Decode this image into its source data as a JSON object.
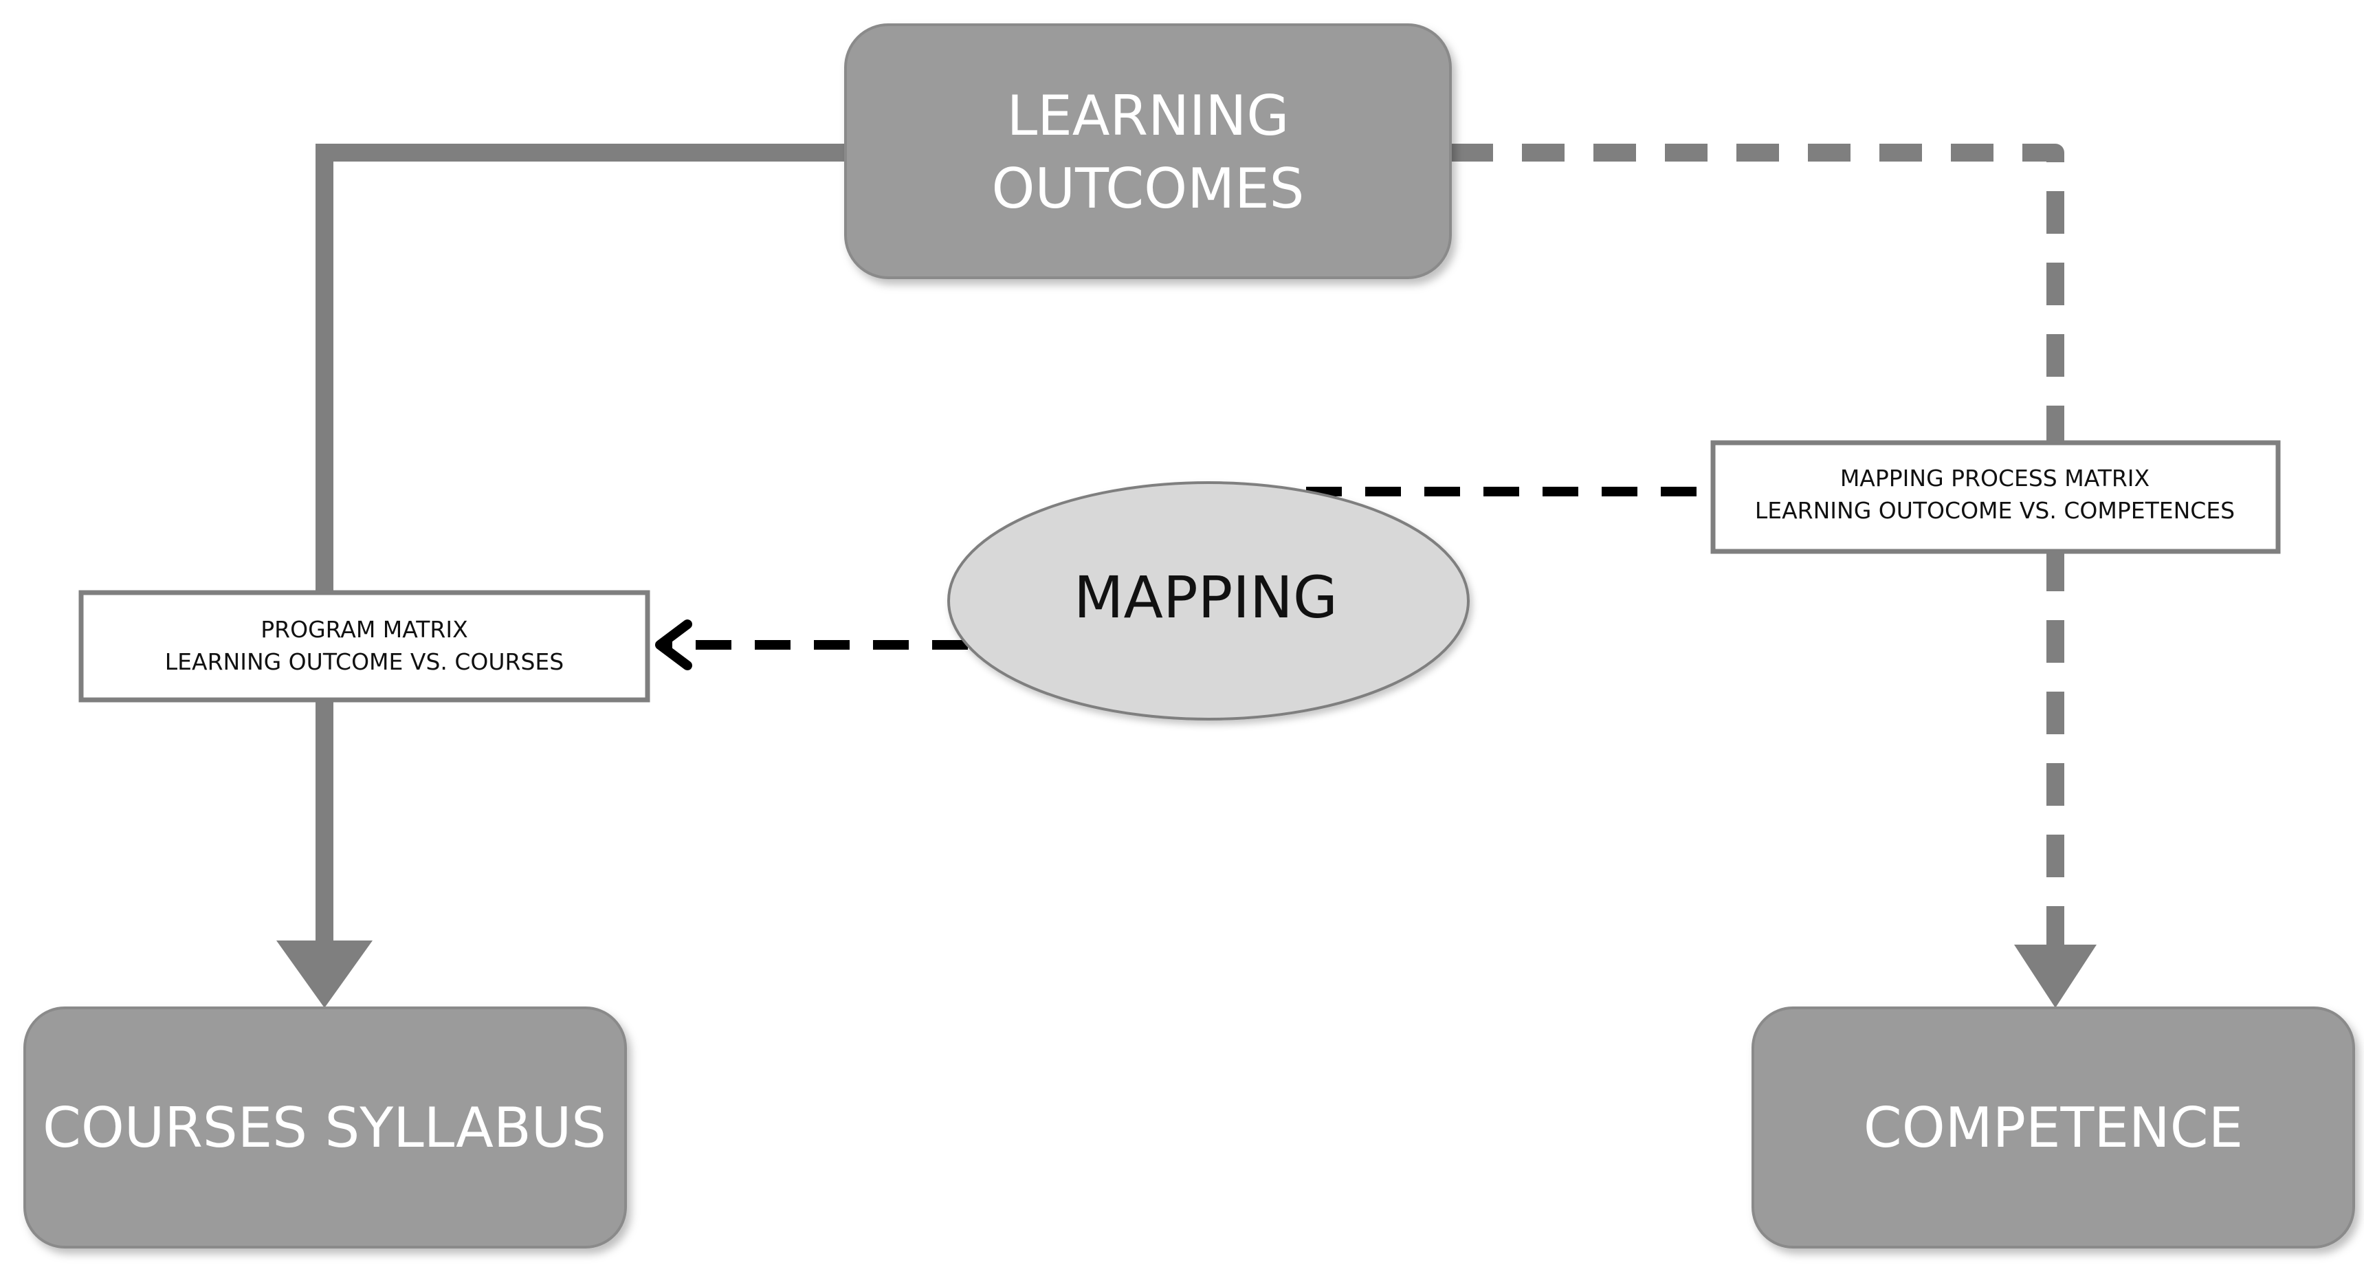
{
  "nodes": {
    "learning_outcomes": {
      "line1": "LEARNING",
      "line2": "OUTCOMES"
    },
    "courses_syllabus": {
      "label": "COURSES SYLLABUS"
    },
    "competence": {
      "label": "COMPETENCE"
    },
    "mapping": {
      "label": "MAPPING"
    }
  },
  "notes": {
    "program_matrix": {
      "line1": "PROGRAM MATRIX",
      "line2": "LEARNING OUTCOME VS. COURSES"
    },
    "mapping_process_matrix": {
      "line1": "MAPPING PROCESS MATRIX",
      "line2": "LEARNING OUTOCOME VS. COMPETENCES"
    }
  },
  "colors": {
    "box_fill": "#9b9b9b",
    "box_stroke": "#7f7f7f",
    "connector": "#7f7f7f",
    "ellipse_fill": "#d8d8d8",
    "dashed_black": "#000000"
  }
}
